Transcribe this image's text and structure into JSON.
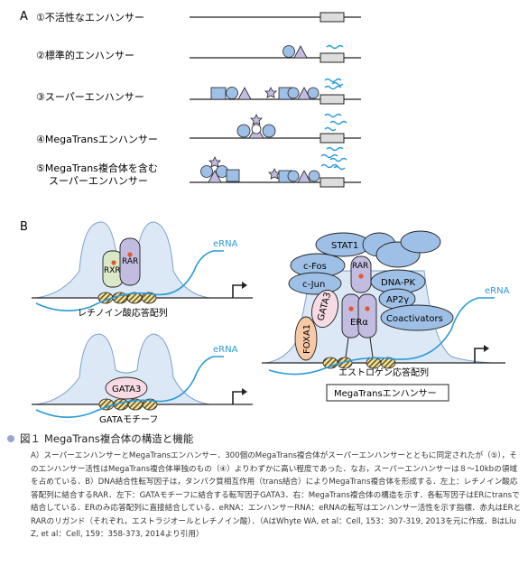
{
  "panel_a": {
    "label": "A",
    "rows": [
      {
        "label": "①不活性なエンハンサー"
      },
      {
        "label": "②標準的エンハンサー"
      },
      {
        "label": "③スーパーエンハンサー"
      },
      {
        "label": "④MegaTransエンハンサー"
      },
      {
        "label": "⑤MegaTrans複合体を含む",
        "label2": "スーパーエンハンサー"
      }
    ]
  },
  "panel_b": {
    "label": "B",
    "top_left": {
      "rxr": "RXR",
      "rar": "RAR",
      "erna": "eRNA",
      "caption": "レチノイン酸応答配列"
    },
    "bottom_left": {
      "gata3": "GATA3",
      "erna": "eRNA",
      "caption": "GATAモチーフ"
    },
    "right": {
      "stat1": "STAT1",
      "cfos": "c-Fos",
      "cjun": "c-Jun",
      "rar": "RAR",
      "dnapk": "DNA-PK",
      "ap2": "AP2γ",
      "gata3": "GATA3",
      "foxa1": "FOXA1",
      "er": "ERα",
      "coactivators": "Coactivators",
      "erna": "eRNA",
      "caption": "エストロゲン応答配列",
      "box_label": "MegaTransエンハンサー"
    }
  },
  "caption": {
    "fig_label": "図１",
    "title": "MegaTrans複合体の構造と機能",
    "body": "A）スーパーエンハンサーとMegaTransエンハンサー．300個のMegaTrans複合体がスーパーエンハンサーとともに同定されたが（⑤），そのエンハンサー活性はMegaTrans複合体単独のもの（④）よりわずかに高い程度であった．なお，スーパーエンハンサーは８～10kbの領域を占めている．B）DNA結合性転写因子は，タンパク質相互作用（trans結合）によりMegaTrans複合体を形成する．左上：レチノイン酸応答配列に結合するRAR．左下：GATAモチーフに結合する転写因子GATA3．右：MegaTrans複合体の構造を示す．各転写因子はERにtransで結合している．ERのみ応答配列に直接結合している．eRNA：エンハンサーRNA：eRNAの転写はエンハンサー活性を示す指標．赤丸はERとRARのリガンド（それぞれ，エストラジオールとレチノイン酸）．（AはWhyte WA, et al：Cell, 153：307-319, 2013を元に作成．BはLiu Z, et al：Cell, 159：358-373, 2014より引用）"
  },
  "colors": {
    "blue_fill": "#9fc0e6",
    "light_blue": "#dce8f6",
    "purple": "#c2bce0",
    "pink": "#f6dbe4",
    "green": "#dbe8c6",
    "yellow": "#f2e3a2",
    "wave": "#2a9ad8"
  }
}
